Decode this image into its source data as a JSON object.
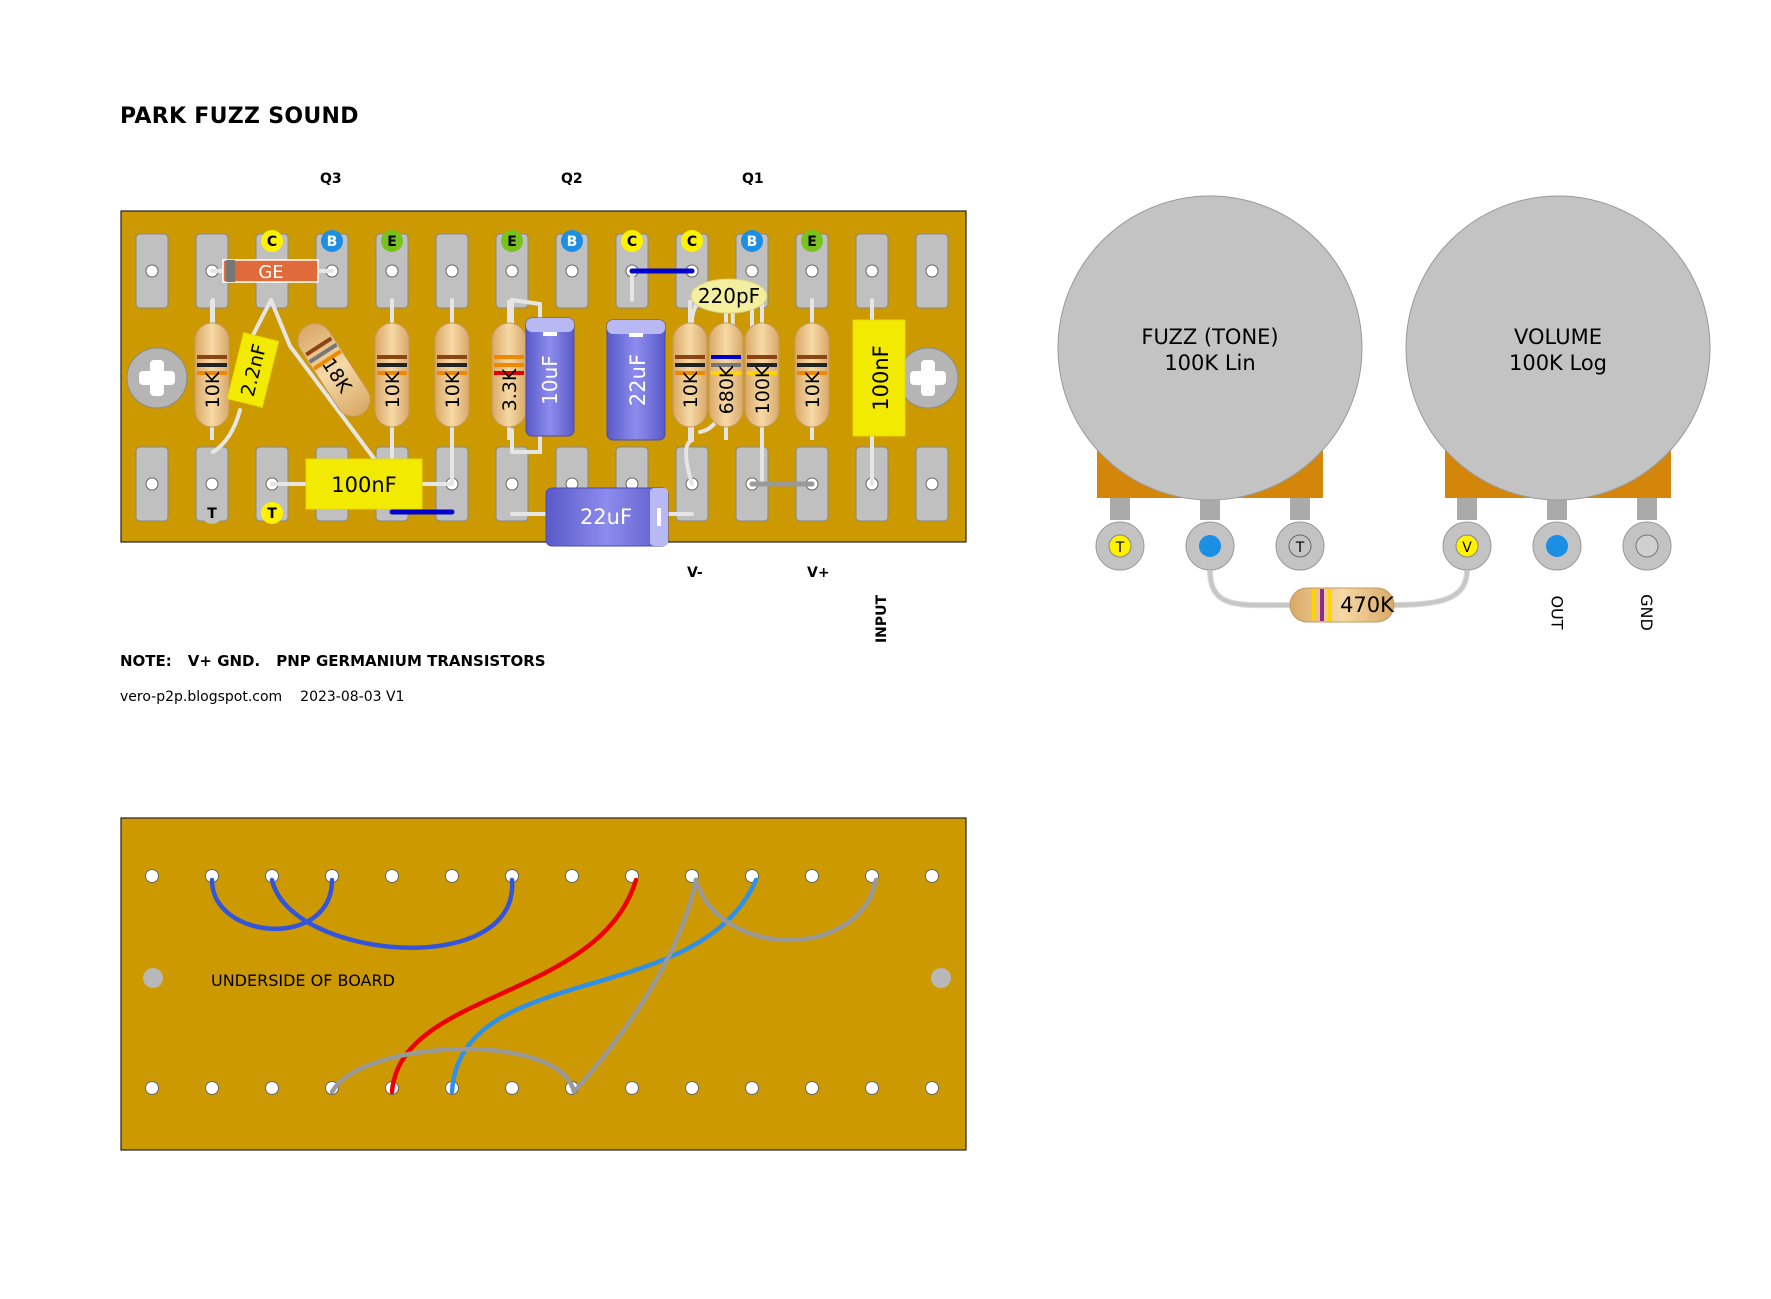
{
  "title": "PARK FUZZ SOUND",
  "transistors": [
    "Q3",
    "Q2",
    "Q1"
  ],
  "pin_letters": {
    "c": "C",
    "b": "B",
    "e": "E",
    "t": "T",
    "v": "V"
  },
  "components": {
    "diode": "GE",
    "cap_2n2": "2.2nF",
    "r_10k": "10K",
    "r_18k": "18K",
    "r_3k3": "3.3K",
    "c_10uf": "10uF",
    "c_22uf": "22uF",
    "r_680k": "680K",
    "r_100k": "100K",
    "c_220pf": "220pF",
    "c_100nf": "100nF",
    "r_470k": "470K"
  },
  "board_labels": {
    "v_minus": "V-",
    "v_plus": "V+",
    "input": "INPUT"
  },
  "underside_label": "UNDERSIDE OF BOARD",
  "pots": [
    {
      "line1": "FUZZ (TONE)",
      "line2": "100K Lin"
    },
    {
      "line1": "VOLUME",
      "line2": "100K Log"
    }
  ],
  "pot_labels": {
    "out": "OUT",
    "gnd": "GND"
  },
  "note": {
    "prefix": "NOTE:",
    "ground": "V+ GND.",
    "transistors": "PNP GERMANIUM TRANSISTORS"
  },
  "credit": {
    "site": "vero-p2p.blogspot.com",
    "date": "2023-08-03 V1"
  },
  "colors": {
    "board": "#CC9900",
    "strip": "#C0C0C0",
    "resistor_body": "#E6C08A",
    "film_cap": "#F2EA00",
    "electrolytic": "#6F6FD8",
    "diode_body": "#E06A3A",
    "link_blue": "#0000CC",
    "wire_blue": "#3355DD",
    "wire_red": "#EE0000",
    "wire_light_blue": "#2E90E8",
    "wire_grey": "#999999",
    "pot_body": "#C3C3C3",
    "pot_base": "#D4860A",
    "label_yellow": "#FFF200",
    "label_blue": "#1A8FE3",
    "label_green": "#78C21E"
  }
}
